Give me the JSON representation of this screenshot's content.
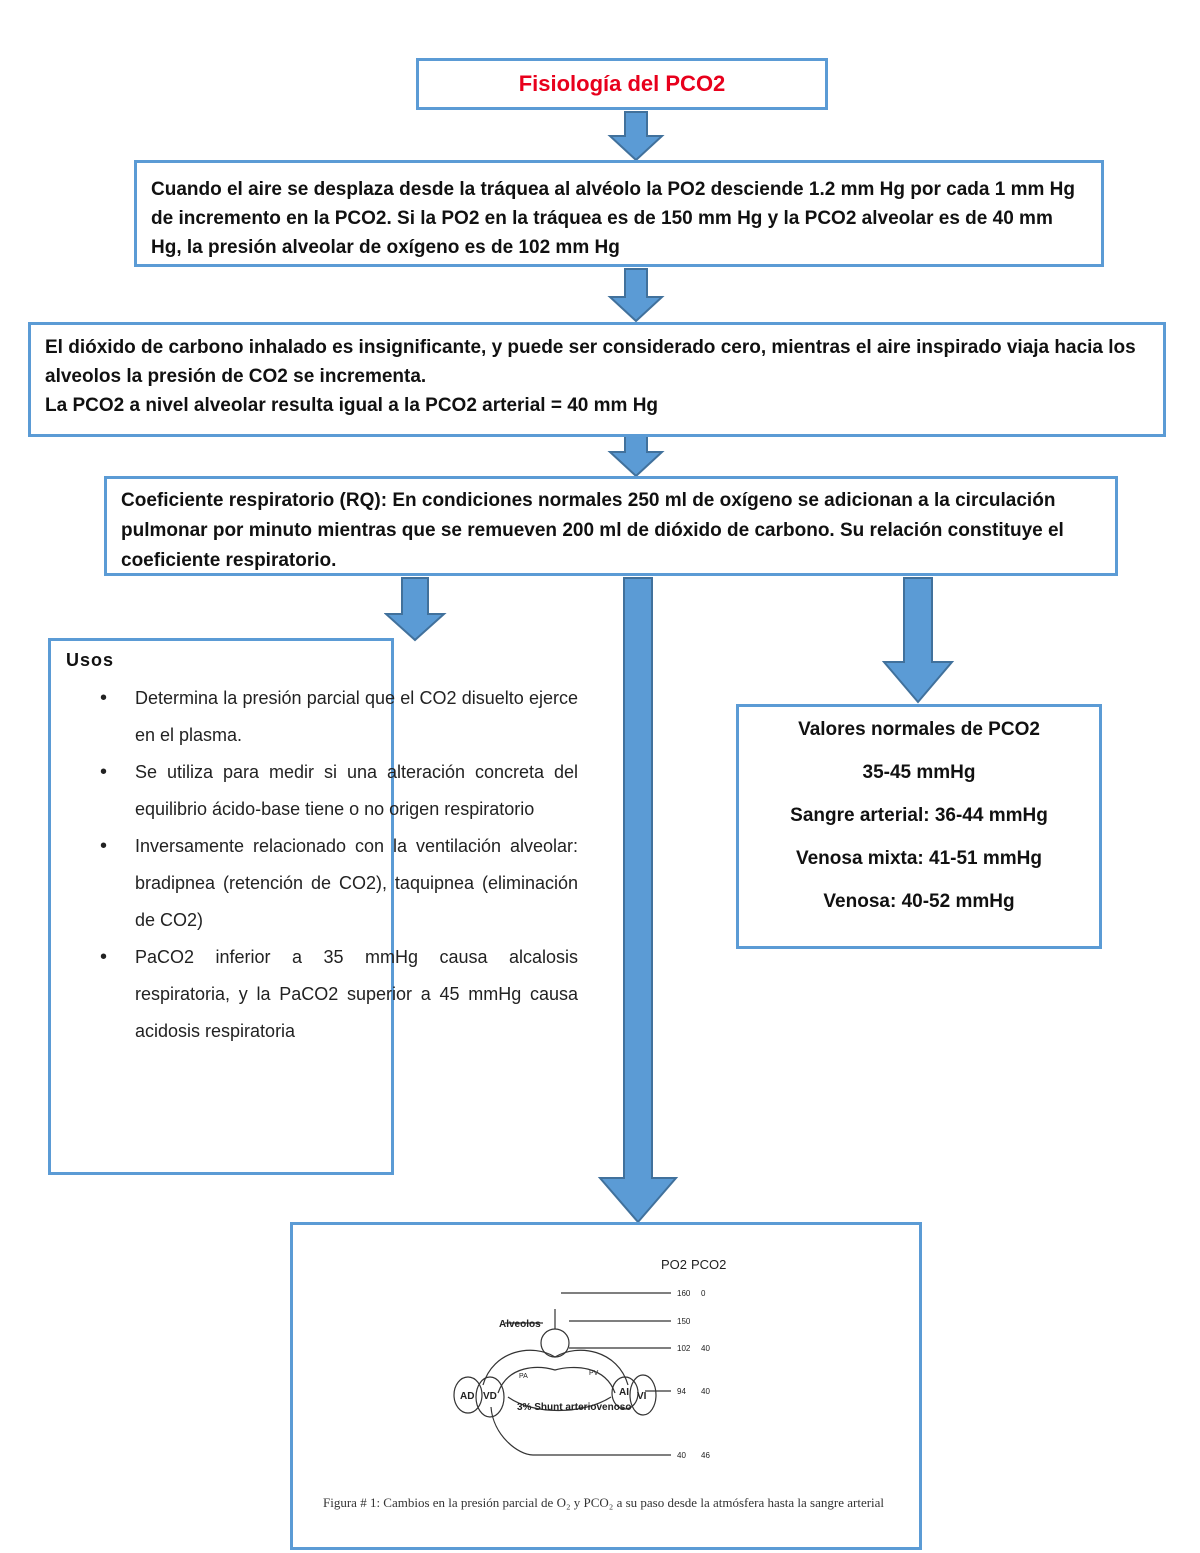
{
  "title": "Fisiología del PCO2",
  "box1": "Cuando el aire se desplaza desde la tráquea al alvéolo la PO2 desciende 1.2 mm Hg por cada 1 mm Hg de incremento en la PCO2. Si la PO2 en la tráquea es de 150 mm Hg y la PCO2 alveolar es de 40 mm Hg, la presión alveolar de oxígeno es de 102 mm Hg",
  "box2": {
    "line1": "El dióxido de carbono inhalado es insignificante, y puede ser considerado cero, mientras el aire inspirado viaja hacia los alveolos la presión de CO2 se incrementa.",
    "line2": "La PCO2 a nivel alveolar resulta igual a la PCO2 arterial = 40 mm Hg"
  },
  "box3": "Coeficiente respiratorio (RQ): En condiciones normales 250 ml de oxígeno se adicionan a la circulación pulmonar por minuto mientras que se remueven 200 ml de dióxido de carbono. Su relación constituye el coeficiente respiratorio.",
  "usos": {
    "title": "Usos",
    "items": [
      "Determina la presión parcial que el CO2 disuelto ejerce en el plasma.",
      "Se utiliza para medir si una alteración concreta del equilibrio ácido-base tiene o no origen respiratorio",
      "Inversamente relacionado con la ventilación alveolar: bradipnea (retención de CO2), taquipnea (eliminación de CO2)",
      "PaCO2 inferior a 35 mmHg causa alcalosis respiratoria, y la PaCO2 superior a 45 mmHg causa acidosis respiratoria"
    ]
  },
  "valores": {
    "title": "Valores normales de PCO2",
    "lines": [
      "35-45 mmHg",
      "Sangre arterial: 36-44 mmHg",
      "Venosa mixta: 41-51 mmHg",
      "Venosa: 40-52 mmHg"
    ]
  },
  "figure": {
    "header_po2": "PO2",
    "header_pco2": "PCO2",
    "rows": [
      {
        "po2": "160",
        "pco2": "0"
      },
      {
        "po2": "150",
        "pco2": ""
      },
      {
        "po2": "102",
        "pco2": "40"
      },
      {
        "po2": "94",
        "pco2": "40"
      },
      {
        "po2": "40",
        "pco2": "46"
      }
    ],
    "labels": {
      "alveolos": "Alveolos",
      "ad": "AD",
      "vd": "VD",
      "ai": "AI",
      "vi": "VI",
      "pa": "PA",
      "pv": "PV",
      "shunt": "3% Shunt arteriovenoso"
    },
    "caption": "Figura # 1: Cambios en la presión parcial de O₂ y PCO₂ a su paso desde la atmósfera hasta la sangre arterial"
  },
  "colors": {
    "accent": "#5b9bd5",
    "title": "#e8001c"
  }
}
